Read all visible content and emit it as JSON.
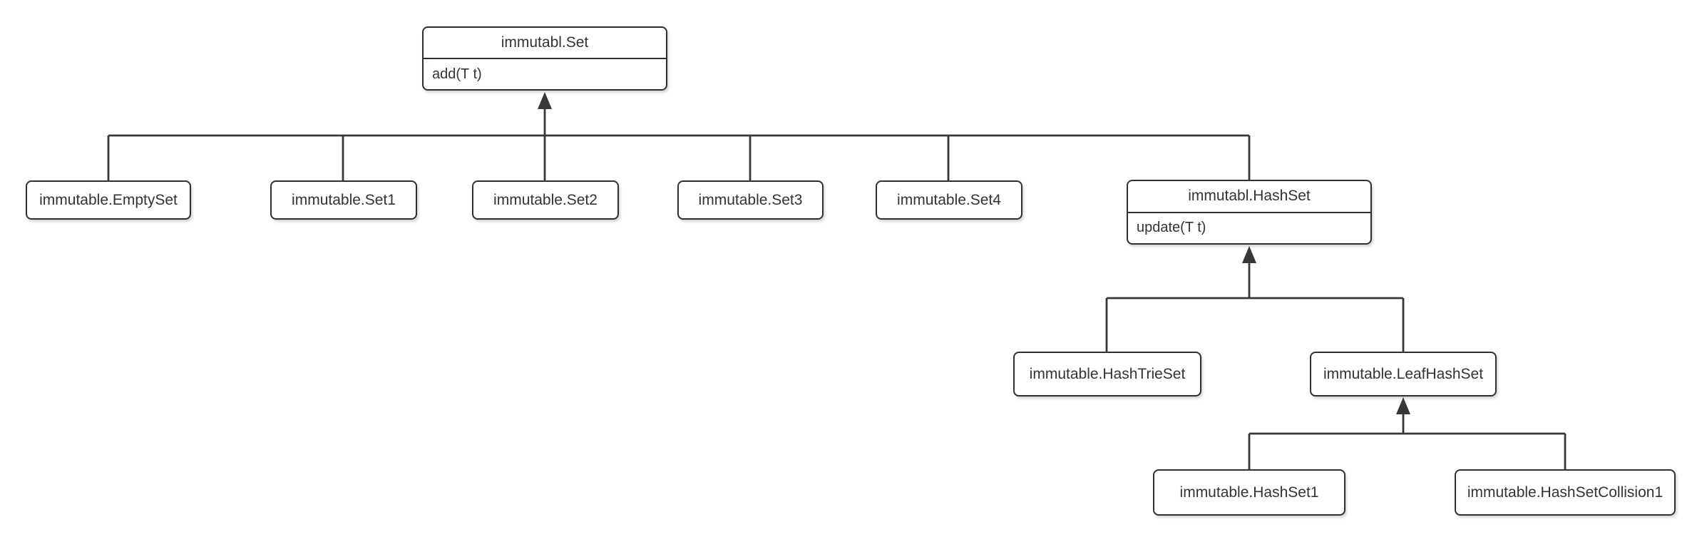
{
  "diagram": {
    "type": "uml-class-inheritance",
    "nodes": {
      "set": {
        "title": "immutabl.Set",
        "method": "add(T t)"
      },
      "empty_set": {
        "label": "immutable.EmptySet"
      },
      "set1": {
        "label": "immutable.Set1"
      },
      "set2": {
        "label": "immutable.Set2"
      },
      "set3": {
        "label": "immutable.Set3"
      },
      "set4": {
        "label": "immutable.Set4"
      },
      "hash_set": {
        "title": "immutabl.HashSet",
        "method": "update(T t)"
      },
      "hash_trie_set": {
        "label": "immutable.HashTrieSet"
      },
      "leaf_hash_set": {
        "label": "immutable.LeafHashSet"
      },
      "hash_set1": {
        "label": "immutable.HashSet1"
      },
      "hash_set_collision1": {
        "label": "immutable.HashSetCollision1"
      }
    },
    "edges": [
      {
        "from": "immutable.EmptySet",
        "to": "immutabl.Set",
        "type": "generalization"
      },
      {
        "from": "immutable.Set1",
        "to": "immutabl.Set",
        "type": "generalization"
      },
      {
        "from": "immutable.Set2",
        "to": "immutabl.Set",
        "type": "generalization"
      },
      {
        "from": "immutable.Set3",
        "to": "immutabl.Set",
        "type": "generalization"
      },
      {
        "from": "immutable.Set4",
        "to": "immutabl.Set",
        "type": "generalization"
      },
      {
        "from": "immutabl.HashSet",
        "to": "immutabl.Set",
        "type": "generalization"
      },
      {
        "from": "immutable.HashTrieSet",
        "to": "immutabl.HashSet",
        "type": "generalization"
      },
      {
        "from": "immutable.LeafHashSet",
        "to": "immutabl.HashSet",
        "type": "generalization"
      },
      {
        "from": "immutable.HashSet1",
        "to": "immutable.LeafHashSet",
        "type": "generalization"
      },
      {
        "from": "immutable.HashSetCollision1",
        "to": "immutable.LeafHashSet",
        "type": "generalization"
      }
    ],
    "colors": {
      "line": "#383838",
      "box_border": "#2b3138",
      "box_fill": "#ffffff",
      "text": "#333333",
      "background": "#ffffff"
    }
  }
}
